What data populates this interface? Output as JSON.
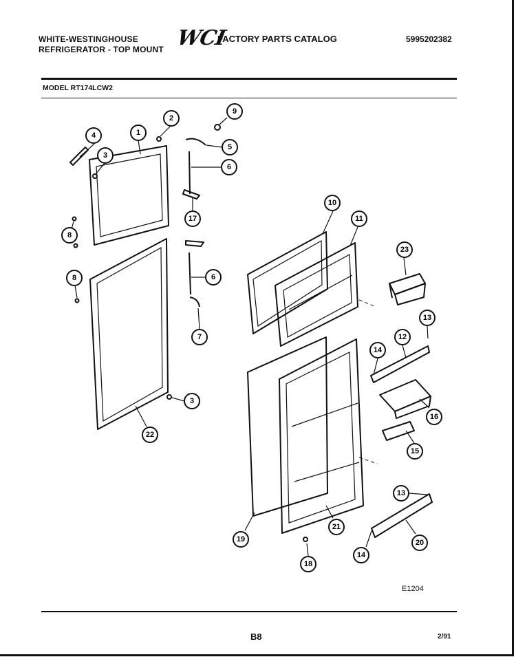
{
  "header": {
    "brand_line": "WHITE-WESTINGHOUSE",
    "product_line": "REFRIGERATOR - TOP MOUNT",
    "logo_text": "WCI",
    "catalog_title": "FACTORY PARTS CATALOG",
    "doc_number": "5995202382"
  },
  "model_line": "MODEL RT174LCW2",
  "figure_code": "E1204",
  "footer": {
    "page": "B8",
    "date": "2/91"
  },
  "callouts": [
    "1",
    "2",
    "3",
    "3",
    "4",
    "5",
    "6",
    "6",
    "7",
    "8",
    "8",
    "9",
    "10",
    "11",
    "12",
    "13",
    "13",
    "14",
    "14",
    "15",
    "16",
    "17",
    "18",
    "19",
    "20",
    "21",
    "22",
    "23"
  ]
}
